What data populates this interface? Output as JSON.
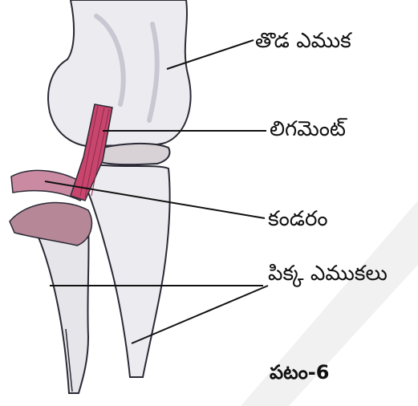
{
  "labels": {
    "femur": "తొడ ఎముక",
    "ligament": "లిగమెంట్",
    "tendon": "కండరం",
    "leg_bones": "పిక్క ఎముకలు"
  },
  "caption": "పటం-6",
  "colors": {
    "bone": "#ecebef",
    "bone_shadow": "#c9c7d2",
    "outline": "#2a2a35",
    "ligament": "#c8456e",
    "tendon": "#a8607c",
    "watermark": "#eeeeee"
  }
}
